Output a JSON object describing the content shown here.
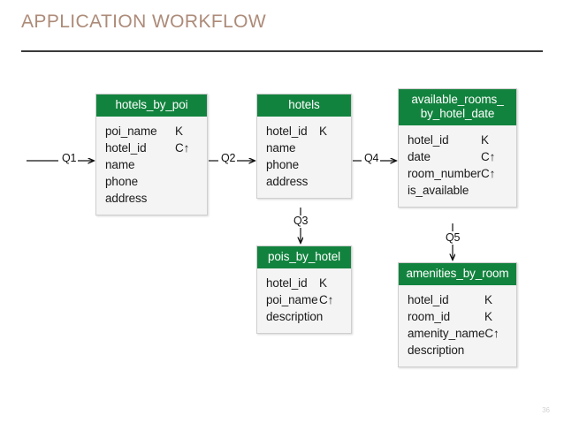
{
  "slide": {
    "title": "APPLICATION WORKFLOW",
    "page_number": "36",
    "accent_color": "#12833e",
    "title_color": "#ad8b79",
    "rule_color": "#3a3a3a"
  },
  "diagram": {
    "type": "entity-relationship-workflow",
    "tables": [
      {
        "id": "hotels_by_poi",
        "name": "hotels_by_poi",
        "fields": [
          {
            "name": "poi_name",
            "key": "K"
          },
          {
            "name": "hotel_id",
            "key": "C↑"
          },
          {
            "name": "name",
            "key": ""
          },
          {
            "name": "phone",
            "key": ""
          },
          {
            "name": "address",
            "key": ""
          }
        ]
      },
      {
        "id": "hotels",
        "name": "hotels",
        "fields": [
          {
            "name": "hotel_id",
            "key": "K"
          },
          {
            "name": "name",
            "key": ""
          },
          {
            "name": "phone",
            "key": ""
          },
          {
            "name": "address",
            "key": ""
          }
        ]
      },
      {
        "id": "available_rooms",
        "name": "available_rooms_\nby_hotel_date",
        "name_line1": "available_rooms_",
        "name_line2": "by_hotel_date",
        "fields": [
          {
            "name": "hotel_id",
            "key": "K"
          },
          {
            "name": "date",
            "key": "C↑"
          },
          {
            "name": "room_number",
            "key": "C↑"
          },
          {
            "name": "is_available",
            "key": ""
          }
        ]
      },
      {
        "id": "pois_by_hotel",
        "name": "pois_by_hotel",
        "fields": [
          {
            "name": "hotel_id",
            "key": "K"
          },
          {
            "name": "poi_name",
            "key": "C↑"
          },
          {
            "name": "description",
            "key": ""
          }
        ]
      },
      {
        "id": "amenities_by_room",
        "name": "amenities_by_room",
        "fields": [
          {
            "name": "hotel_id",
            "key": "K"
          },
          {
            "name": "room_id",
            "key": "K"
          },
          {
            "name": "amenity_name",
            "key": "C↑"
          },
          {
            "name": "description",
            "key": ""
          }
        ]
      }
    ],
    "connectors": [
      {
        "id": "q1",
        "label": "Q1",
        "from": "",
        "to": "hotels_by_poi",
        "direction": "right"
      },
      {
        "id": "q2",
        "label": "Q2",
        "from": "hotels_by_poi",
        "to": "hotels",
        "direction": "right"
      },
      {
        "id": "q3",
        "label": "Q3",
        "from": "hotels",
        "to": "pois_by_hotel",
        "direction": "down"
      },
      {
        "id": "q4",
        "label": "Q4",
        "from": "hotels",
        "to": "available_rooms",
        "direction": "right"
      },
      {
        "id": "q5",
        "label": "Q5",
        "from": "available_rooms",
        "to": "amenities_by_room",
        "direction": "down"
      }
    ]
  }
}
